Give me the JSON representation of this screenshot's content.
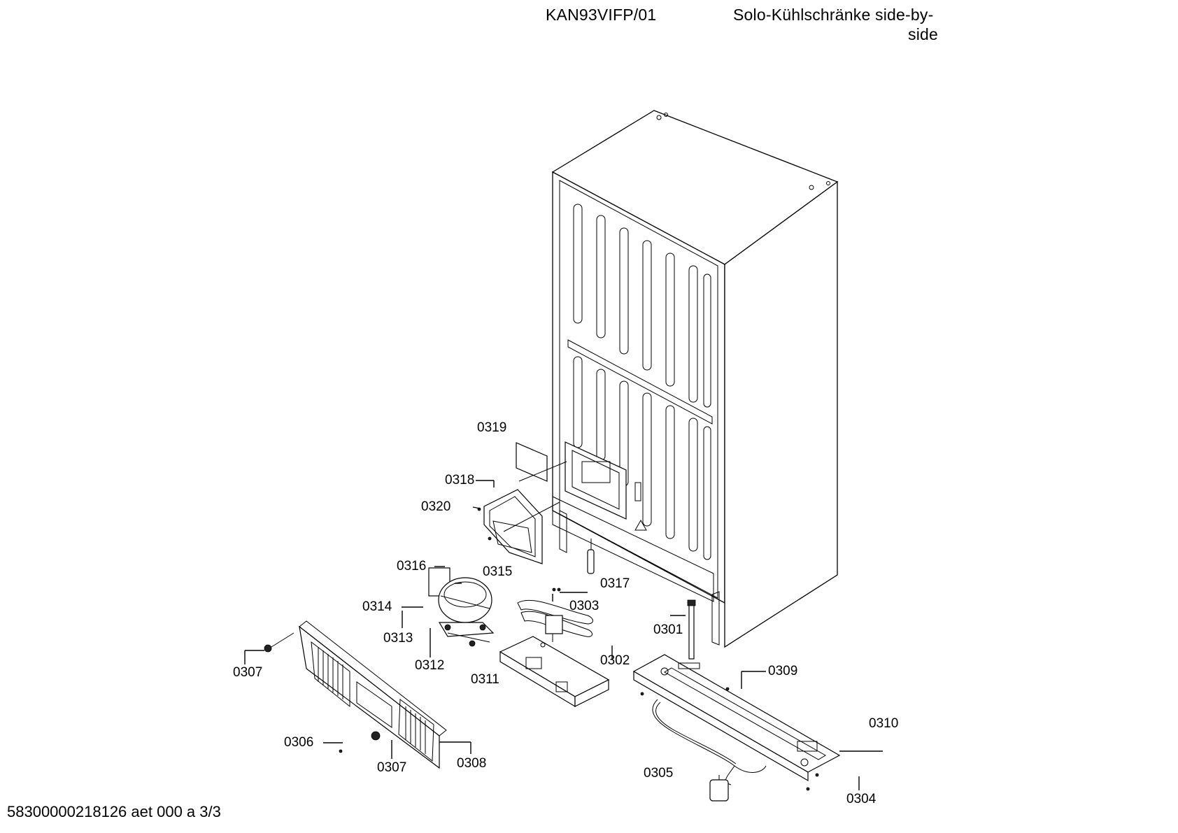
{
  "header": {
    "model": "KAN93VIFP/01",
    "category_line1": "Solo-Kühlschränke side-by-",
    "category_line2": "side"
  },
  "footer": {
    "doc_id": "58300000218126 aet 000 a 3/3"
  },
  "parts": {
    "p0301": "0301",
    "p0302": "0302",
    "p0303": "0303",
    "p0304": "0304",
    "p0305": "0305",
    "p0306": "0306",
    "p0307a": "0307",
    "p0307b": "0307",
    "p0308": "0308",
    "p0309": "0309",
    "p0310": "0310",
    "p0311": "0311",
    "p0312": "0312",
    "p0313": "0313",
    "p0314": "0314",
    "p0315": "0315",
    "p0316": "0316",
    "p0317": "0317",
    "p0318": "0318",
    "p0319": "0319",
    "p0320": "0320"
  }
}
